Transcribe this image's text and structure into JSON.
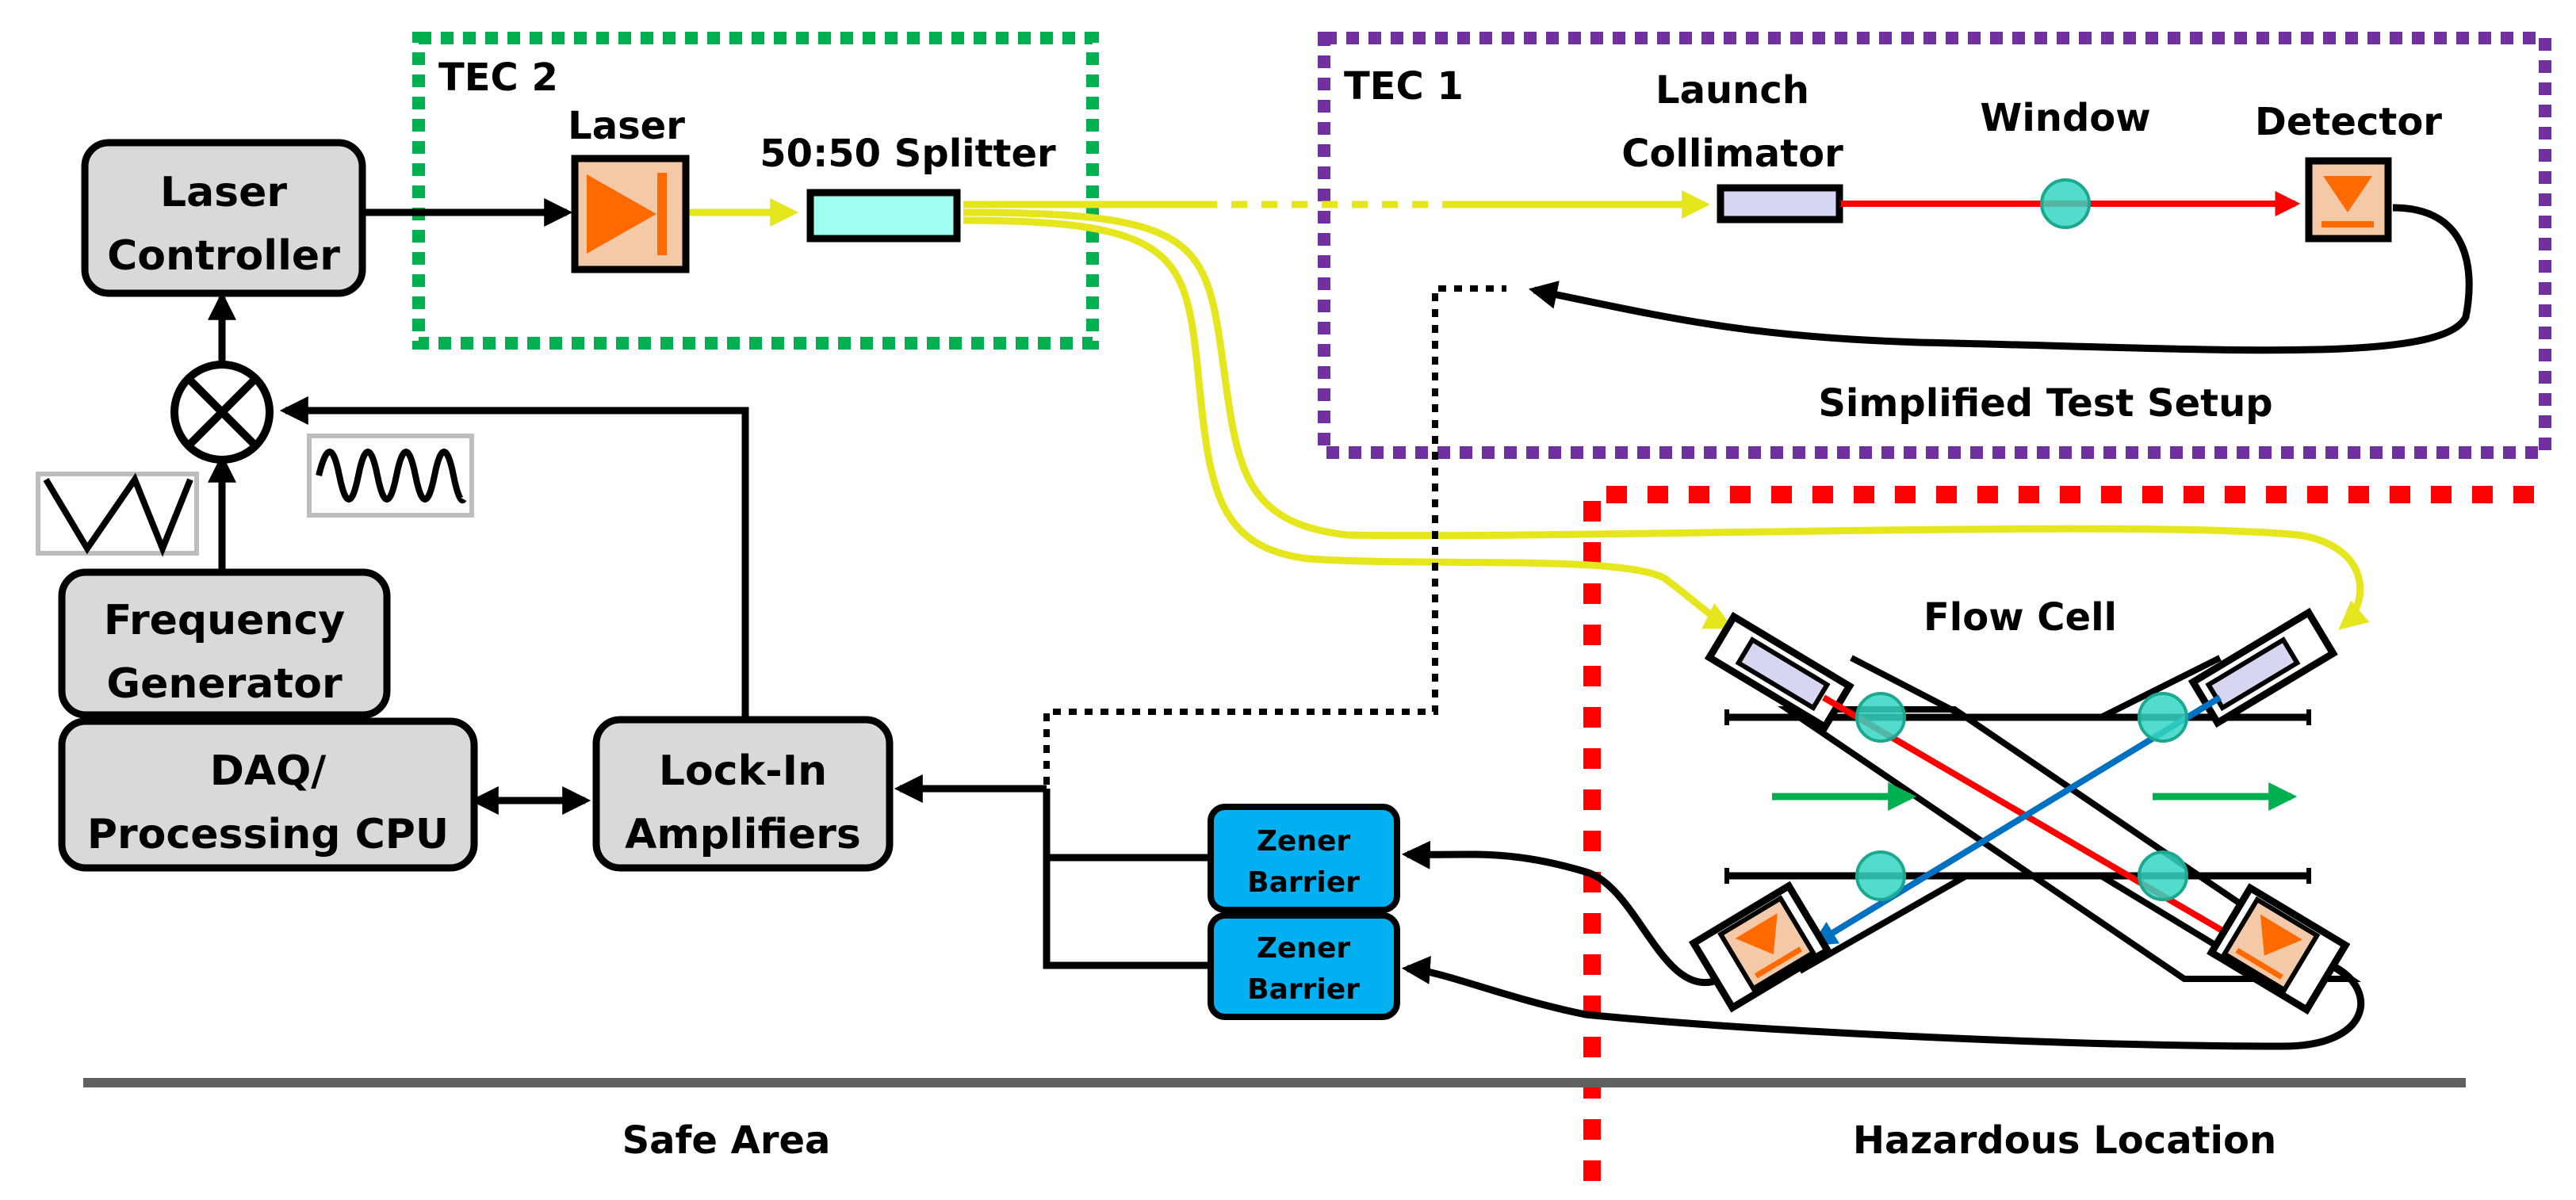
{
  "labels": {
    "tec2": "TEC 2",
    "tec1": "TEC 1",
    "laser": "Laser",
    "splitter": "50:50 Splitter",
    "launch_collimator_line1": "Launch",
    "launch_collimator_line2": "Collimator",
    "window": "Window",
    "detector": "Detector",
    "simplified_test_setup": "Simplified Test Setup",
    "flow_cell": "Flow Cell",
    "safe_area": "Safe Area",
    "hazardous_location": "Hazardous Location"
  },
  "boxes": {
    "laser_controller_line1": "Laser",
    "laser_controller_line2": "Controller",
    "frequency_generator_line1": "Frequency",
    "frequency_generator_line2": "Generator",
    "daq_line1": "DAQ/",
    "daq_line2": "Processing CPU",
    "lockin_line1": "Lock-In",
    "lockin_line2": "Amplifiers",
    "zener1_line1": "Zener",
    "zener1_line2": "Barrier",
    "zener2_line1": "Zener",
    "zener2_line2": "Barrier"
  },
  "colors": {
    "tec2_border": "#00b050",
    "tec1_border": "#7030a0",
    "hazard_border": "#ff0000",
    "fiber": "#e6e61e",
    "beam_red": "#ff0000",
    "beam_blue": "#0070c0",
    "flow_arrow": "#00b050",
    "laser_orange": "#ff6a00",
    "splitter_fill": "#9ffff0",
    "collimator_fill": "#d6d6f2",
    "window_fill": "#35d6c2",
    "zener_fill": "#00b0f0",
    "box_fill": "#d9d9d9",
    "ground_line": "#606060"
  },
  "icons": [
    "laser-diode-icon",
    "detector-icon",
    "mixer-icon",
    "triangle-wave-icon",
    "sine-wave-icon"
  ]
}
